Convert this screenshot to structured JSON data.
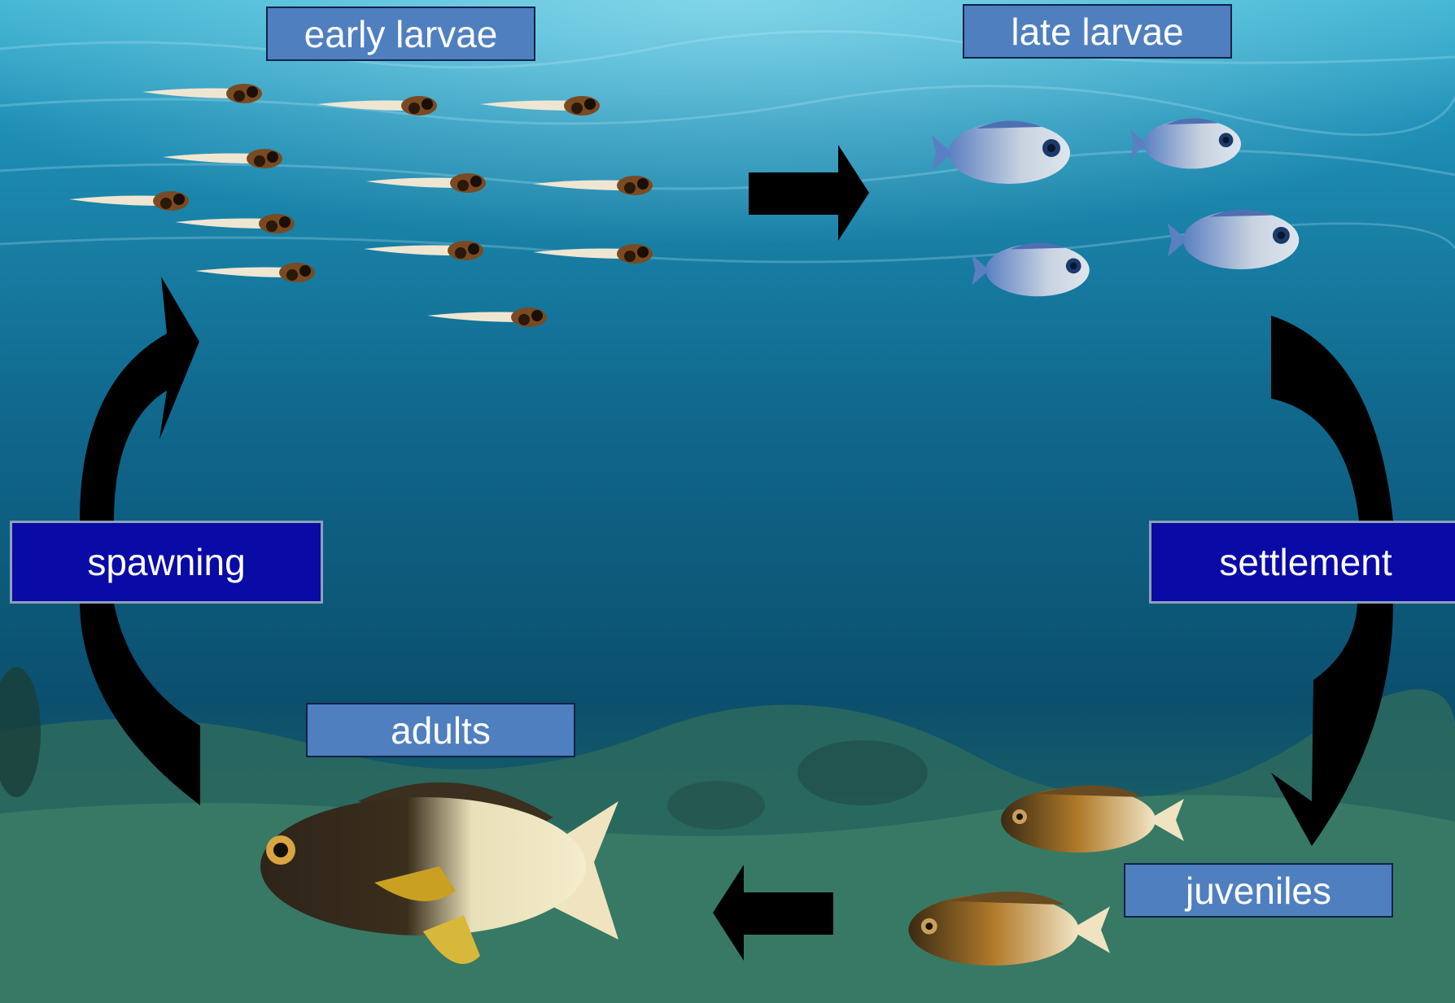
{
  "stages": {
    "early_larvae": "early larvae",
    "late_larvae": "late larvae",
    "adults": "adults",
    "juveniles": "juveniles"
  },
  "processes": {
    "spawning": "spawning",
    "settlement": "settlement"
  },
  "colors": {
    "stage_box": "#4f7fbf",
    "process_box": "#0a0aa6",
    "arrow": "#000000",
    "water_surface": "#2aa6c8",
    "water_deep": "#0a4a6a",
    "seabed": "#2f6e62"
  }
}
